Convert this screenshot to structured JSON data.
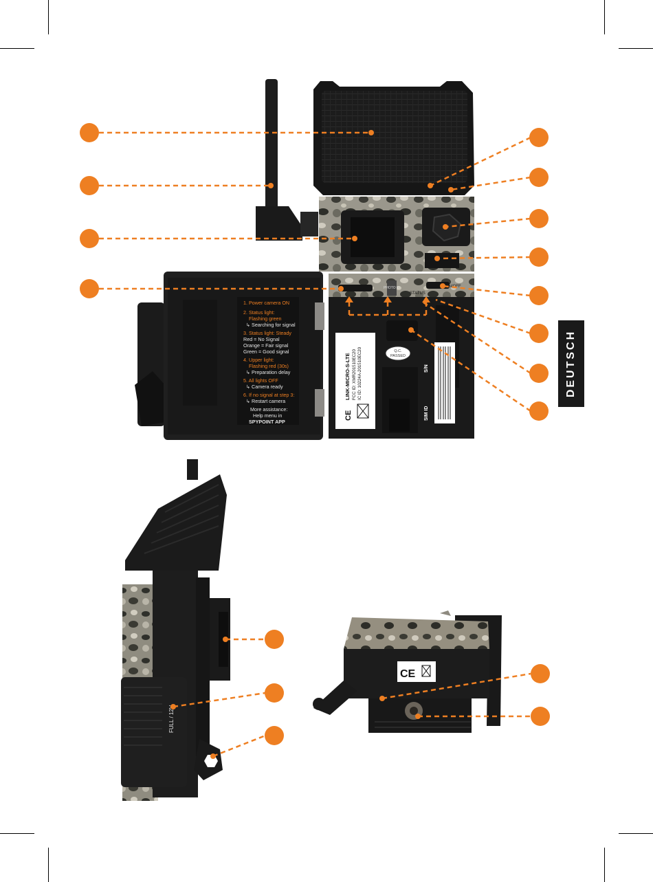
{
  "language_tab": "DEUTSCH",
  "accent_color": "#ee7f22",
  "front_view": {
    "door_instructions": [
      {
        "num": "1.",
        "head": "Power camera ON",
        "lines": []
      },
      {
        "num": "2.",
        "head": "Status light:",
        "head2": "Flashing green",
        "lines": [
          "↳ Searching for signal"
        ]
      },
      {
        "num": "3.",
        "head": "Status light: Steady",
        "lines": [
          "Red = No Signal",
          "Orange = Fair signal",
          "Green = Good signal"
        ]
      },
      {
        "num": "4.",
        "head": "Upper light:",
        "head2": "Flashing red (30s)",
        "lines": [
          "↳ Preparation delay"
        ]
      },
      {
        "num": "5.",
        "head": "All lights OFF",
        "lines": [
          "↳ Camera ready"
        ]
      },
      {
        "num": "6.",
        "head": "If no signal at step 3:",
        "lines": [
          "↳ Restart camera"
        ]
      }
    ],
    "assistance": [
      "More assistance:",
      "Help menu in",
      "SPYPOINT APP"
    ],
    "label_model": "LINK-MICRO-S-LTE",
    "label_fcc": "FCC ID: XMR201510EC20",
    "label_ic": "IC ID: 10224A-201510EC20",
    "qc": [
      "Q.C.",
      "PASSED"
    ],
    "sn_label": "S/N",
    "simid_label": "SIM ID",
    "status_text": "STATUS",
    "on_off_text": "ON/OFF",
    "photo_id_text": "PHOTO ID"
  },
  "side_view": {
    "battery_text": "FULL / 12V"
  },
  "bottom_view": {
    "ce_mark": "CE"
  }
}
